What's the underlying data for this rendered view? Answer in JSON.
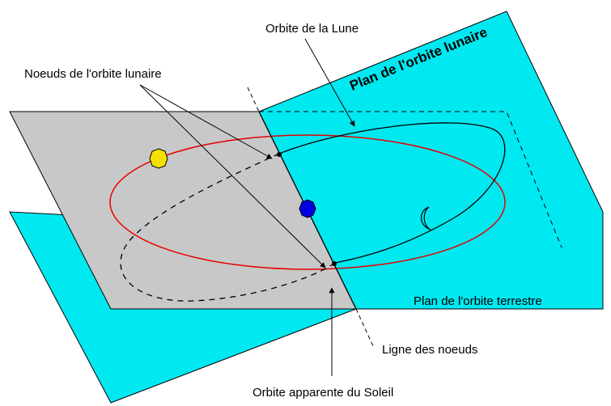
{
  "labels": {
    "moon_orbit": "Orbite de la Lune",
    "nodes": "Noeuds de l'orbite lunaire",
    "lunar_plane": "Plan de l'orbite lunaire",
    "earth_plane": "Plan de l'orbite terrestre",
    "line_of_nodes": "Ligne des noeuds",
    "sun_orbit": "Orbite apparente du Soleil"
  },
  "colors": {
    "lunar_plane": "#00e8f0",
    "ecliptic_plane": "#c8c8c8",
    "sun_orbit": "#e60000",
    "sun": "#f5e000",
    "earth": "#0000e0",
    "moon_orbit": "#000000"
  },
  "icons": {
    "sun": "sun-icon",
    "earth": "earth-icon",
    "moon": "crescent-moon-icon"
  }
}
